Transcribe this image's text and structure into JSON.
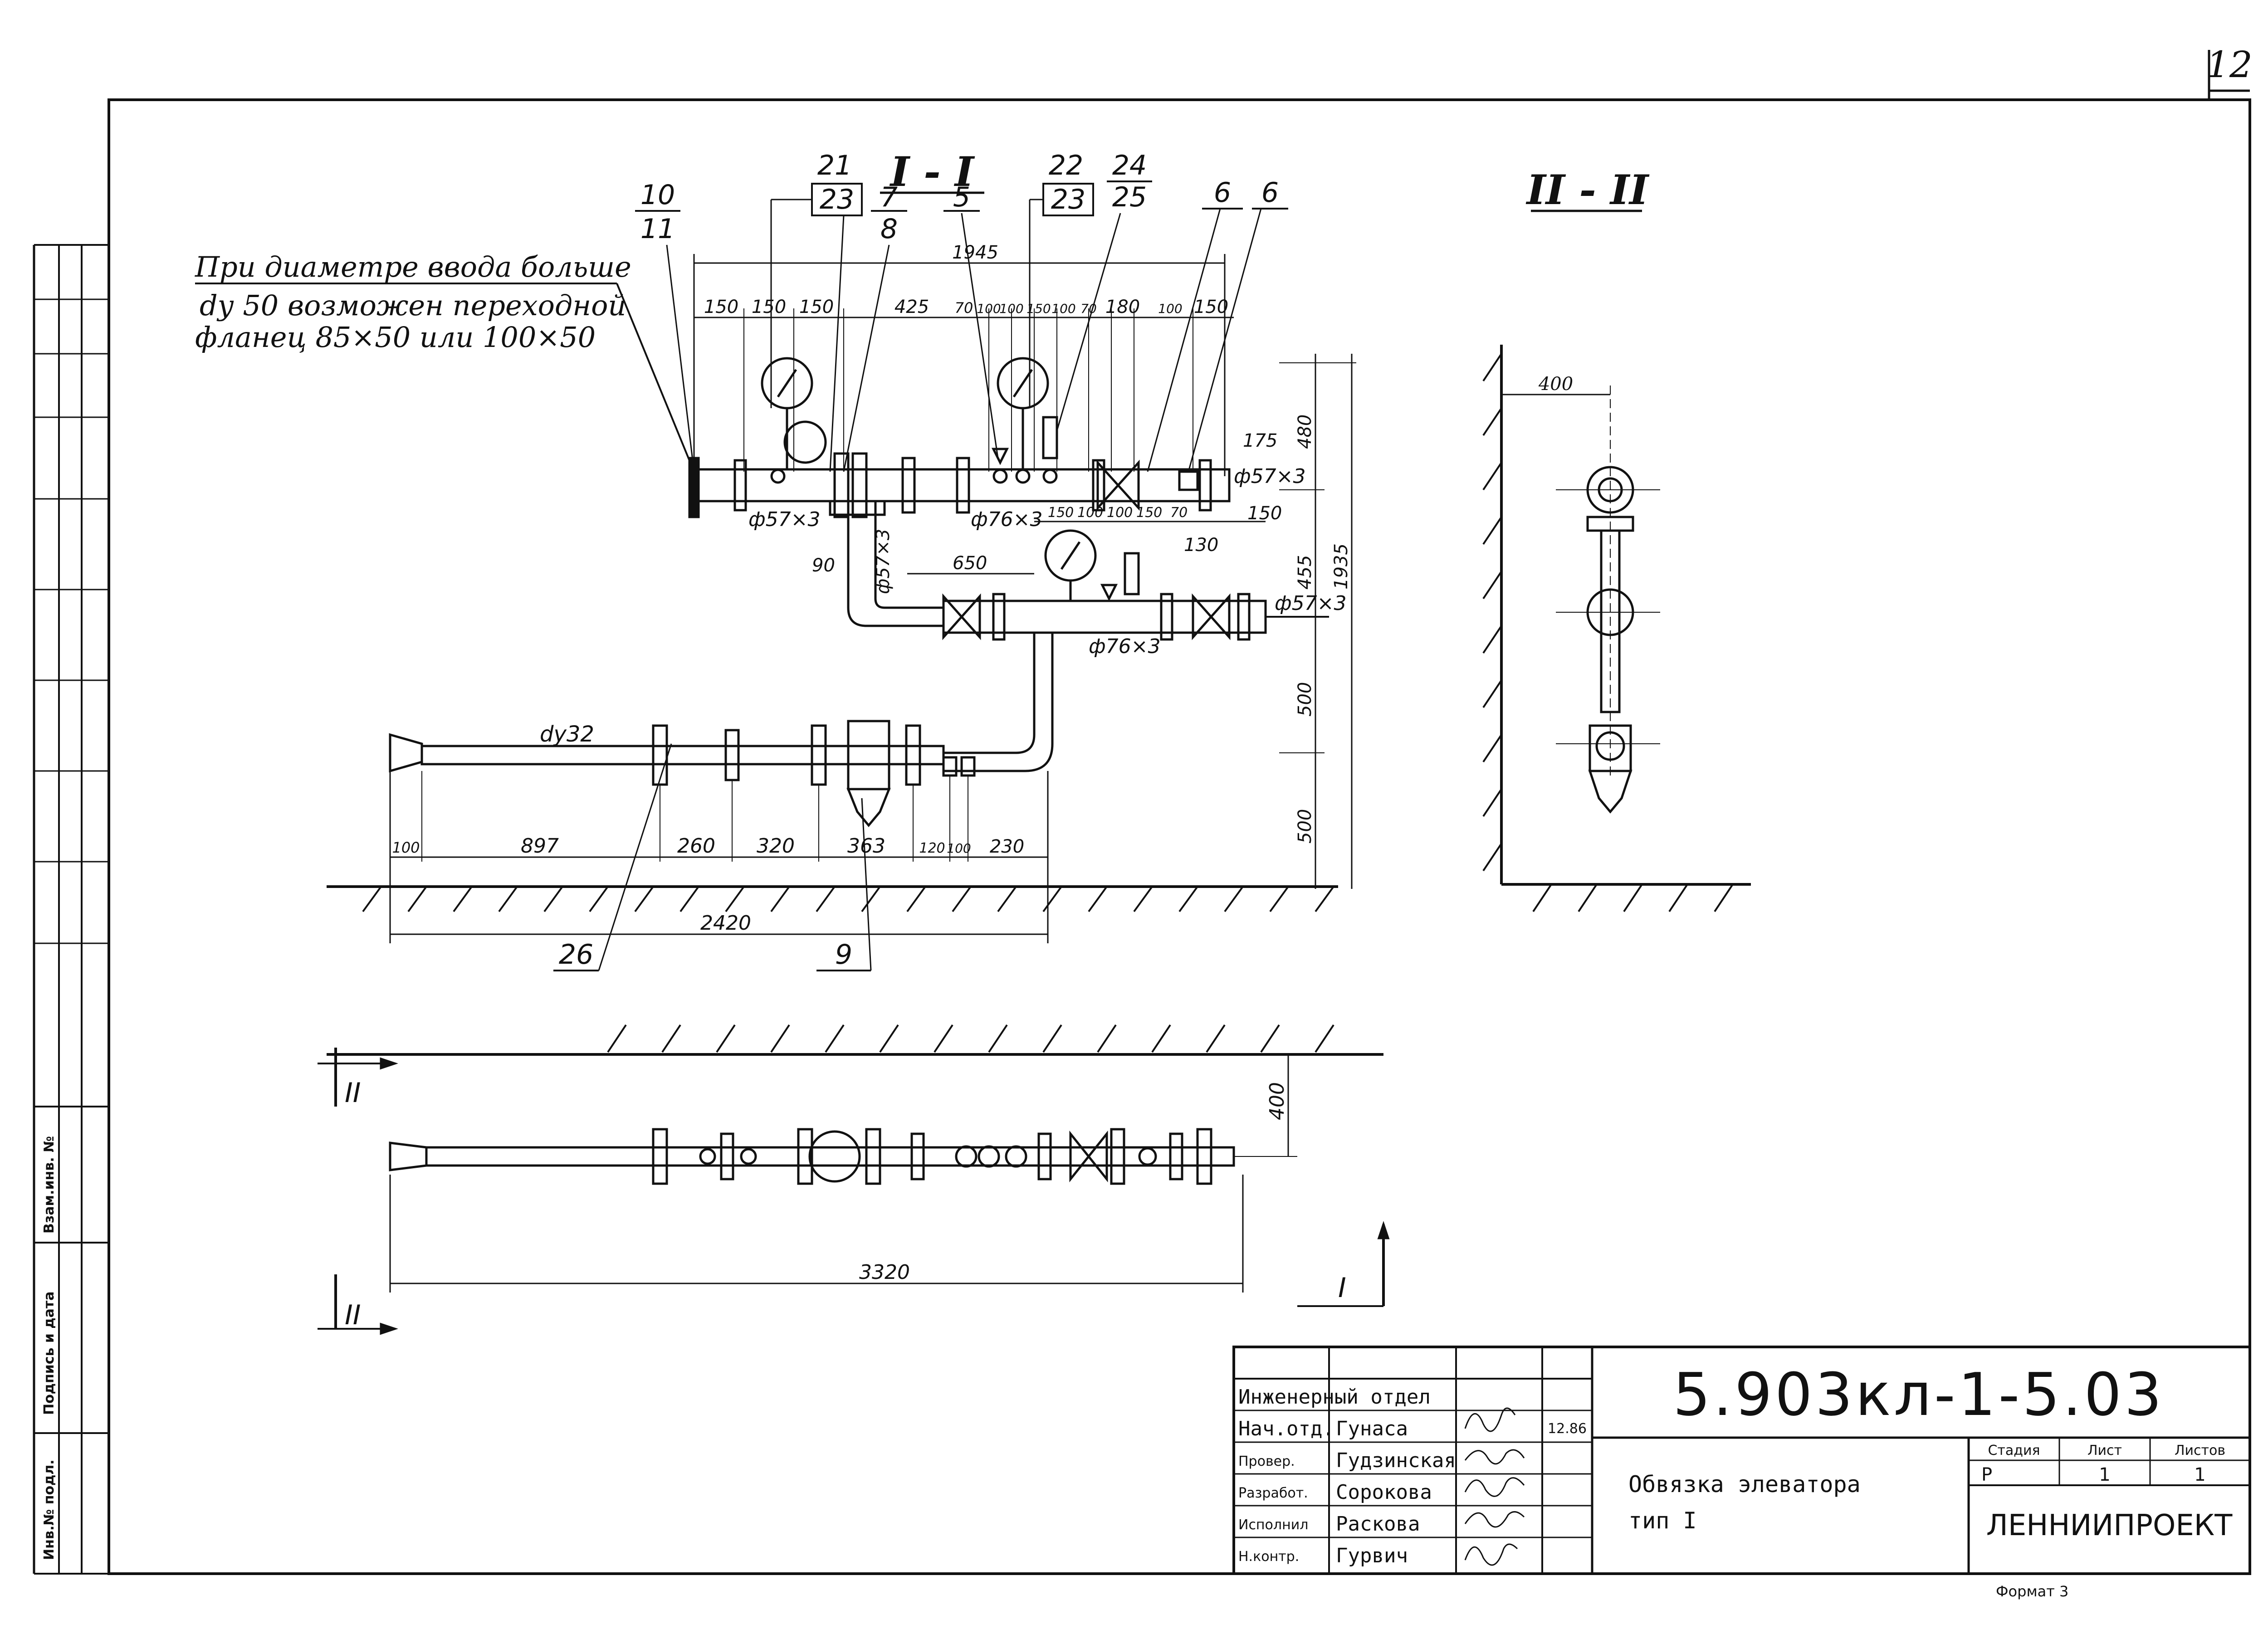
{
  "sheet_number": "12",
  "notes": {
    "line1": "При диаметре ввода больше",
    "line2": "dу 50 возможен переходной",
    "line3": "фланец  85×50 или 100×50"
  },
  "sections": {
    "I_title": "I - I",
    "II_title": "II - II",
    "cut_I": "I",
    "cut_II": "II"
  },
  "callouts": [
    {
      "top": "10",
      "bottom": "11"
    },
    {
      "top": "21",
      "bottom": "23"
    },
    {
      "top": "7",
      "bottom": "8"
    },
    {
      "top": "5",
      "bottom": ""
    },
    {
      "top": "22",
      "bottom": "23"
    },
    {
      "top": "24",
      "bottom": "25"
    },
    {
      "top": "6",
      "bottom": ""
    },
    {
      "top": "6",
      "bottom": ""
    },
    {
      "top": "26",
      "bottom": ""
    },
    {
      "top": "9",
      "bottom": ""
    }
  ],
  "dimensions": {
    "top_total": "1945",
    "top_chain": [
      "150",
      "150",
      "150",
      "425",
      "70",
      "100",
      "100",
      "150",
      "100",
      "70",
      "180",
      "100",
      "150"
    ],
    "pipe_d57_left": "ф57×3",
    "pipe_d57_right": "ф57×3",
    "pipe_d76_upper": "ф76×3",
    "pipe_d57_vertical": "ф57×3",
    "pipe_d76_lower": "ф76×3",
    "pipe_d57_lower_right": "ф57×3",
    "d175": "175",
    "d150_right": "150",
    "d130": "130",
    "mid_chain": [
      "150",
      "100",
      "100",
      "150",
      "70"
    ],
    "d90": "90",
    "d650": "650",
    "v480": "480",
    "v455": "455",
    "v1935": "1935",
    "v500a": "500",
    "v500b": "500",
    "dy32": "dу32",
    "bottom_chain": [
      "100",
      "897",
      "260",
      "320",
      "363",
      "120",
      "100",
      "230"
    ],
    "total_2420": "2420",
    "plan_400": "400",
    "plan_3320": "3320",
    "side_400": "400"
  },
  "title_block": {
    "code": "5.903кл-1-5.03",
    "dept": "Инженерный отдел",
    "rows": [
      {
        "role": "Нач.отд.",
        "name": "Гунаса",
        "date": "12.86"
      },
      {
        "role": "Провер.",
        "name": "Гудзинская",
        "date": ""
      },
      {
        "role": "Разработ.",
        "name": "Сорокова",
        "date": ""
      },
      {
        "role": "Исполнил",
        "name": "Раскова",
        "date": ""
      },
      {
        "role": "Н.контр.",
        "name": "Гурвич",
        "date": ""
      }
    ],
    "title_line1": "Обвязка элеватора",
    "title_line2": "тип I",
    "stage_label": "Стадия",
    "sheet_label": "Лист",
    "sheets_label": "Листов",
    "stage_value": "Р",
    "sheet_value": "1",
    "sheets_value": "1",
    "org": "ЛЕННИИПРОЕКТ",
    "format": "Формат 3"
  },
  "margin_labels": {
    "label1": "Взам.инв. №",
    "label2": "Подпись и дата",
    "label3": "Инв.№ подл."
  }
}
